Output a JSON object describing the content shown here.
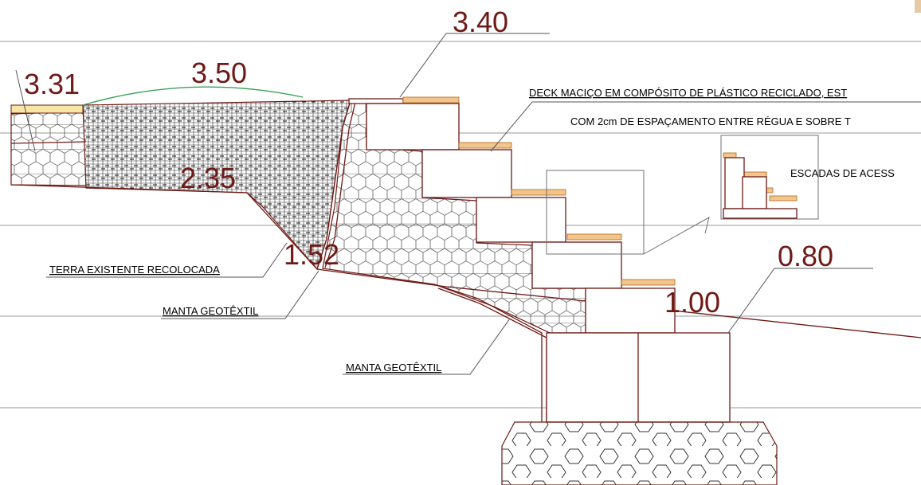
{
  "elevations": {
    "top_deck": "3.40",
    "terrain_crest": "3.50",
    "left_edge": "3.31",
    "mid_slope": "2.35",
    "slope_toe": "1.52",
    "foundation_top": "0.80",
    "lower_step": "1.00"
  },
  "annotations": {
    "deck_line1": "DECK MACIÇO EM COMPÓSITO DE PLÁSTICO RECICLADO, EST",
    "deck_line2": "COM 2cm DE ESPAÇAMENTO ENTRE RÉGUA E SOBRE T",
    "stairs_detail": "ESCADAS DE ACESS",
    "existing_soil": "TERRA EXISTENTE RECOLOCADA",
    "geotextile_1": "MANTA GEOTÊXTIL",
    "geotextile_2": "MANTA GEOTÊXTIL"
  },
  "colors": {
    "elevation_text": "#6e1a16",
    "section_lines": "#6e1a16",
    "deck_planks": "#f1c58b",
    "terrain_curve": "#3aa05a",
    "top_layer": "#f6e7a4"
  }
}
